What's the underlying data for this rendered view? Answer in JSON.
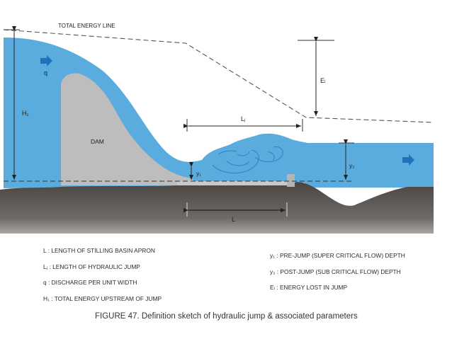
{
  "diagram": {
    "total_energy_line_label": "TOTAL ENERGY LINE",
    "dam_label": "DAM",
    "labels": {
      "q": "q",
      "H1": "H₁",
      "EL": "Eₗ",
      "Lj": "Lⱼ",
      "y1": "y₁",
      "y2": "y₂",
      "L": "L"
    },
    "colors": {
      "water": "#5aacdf",
      "water_dark": "#2f7fc0",
      "dam": "#bdbdbd",
      "ground": "#5b5652",
      "arrow": "#1f73bd"
    }
  },
  "legend": {
    "left": [
      "L : LENGTH OF STILLING BASIN APRON",
      "Lⱼ : LENGTH OF HYDRAULIC JUMP",
      "q : DISCHARGE PER UNIT WIDTH",
      "H₁ : TOTAL ENERGY UPSTREAM OF JUMP"
    ],
    "right": [
      "y₁ : PRE-JUMP (SUPER CRITICAL FLOW) DEPTH",
      "y₂ : POST-JUMP (SUB CRITICAL FLOW) DEPTH",
      "Eₗ : ENERGY LOST IN JUMP"
    ]
  },
  "caption": "FIGURE 47.  Definition sketch of hydraulic jump & associated parameters"
}
